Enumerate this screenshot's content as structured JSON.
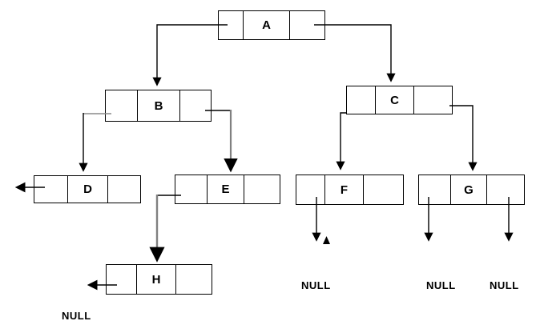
{
  "diagram": {
    "type": "binary-tree-linked-representation",
    "nodes": {
      "a": {
        "label": "A"
      },
      "b": {
        "label": "B"
      },
      "c": {
        "label": "C"
      },
      "d": {
        "label": "D"
      },
      "e": {
        "label": "E"
      },
      "f": {
        "label": "F"
      },
      "g": {
        "label": "G"
      },
      "h": {
        "label": "H"
      }
    },
    "edges": [
      {
        "from": "A",
        "pointer": "left",
        "to": "B"
      },
      {
        "from": "A",
        "pointer": "right",
        "to": "C"
      },
      {
        "from": "B",
        "pointer": "left",
        "to": "D"
      },
      {
        "from": "B",
        "pointer": "right",
        "to": "E"
      },
      {
        "from": "C",
        "pointer": "left",
        "to": "F"
      },
      {
        "from": "C",
        "pointer": "right",
        "to": "G"
      },
      {
        "from": "E",
        "pointer": "left",
        "to": "H"
      },
      {
        "from": "D",
        "pointer": "left",
        "to": "out-left"
      },
      {
        "from": "H",
        "pointer": "left",
        "to": "NULL"
      },
      {
        "from": "F",
        "pointer": "left",
        "to": "NULL"
      },
      {
        "from": "G",
        "pointer": "left",
        "to": "NULL"
      },
      {
        "from": "G",
        "pointer": "right",
        "to": "NULL"
      }
    ],
    "null_labels": {
      "bottom_left": "NULL",
      "under_f": "NULL",
      "under_g_left": "NULL",
      "under_g_right": "NULL"
    },
    "colors": {
      "background": "#ffffff",
      "box_border": "#000000",
      "line": "#000000",
      "secondary_line": "#808080",
      "text": "#000000"
    }
  }
}
